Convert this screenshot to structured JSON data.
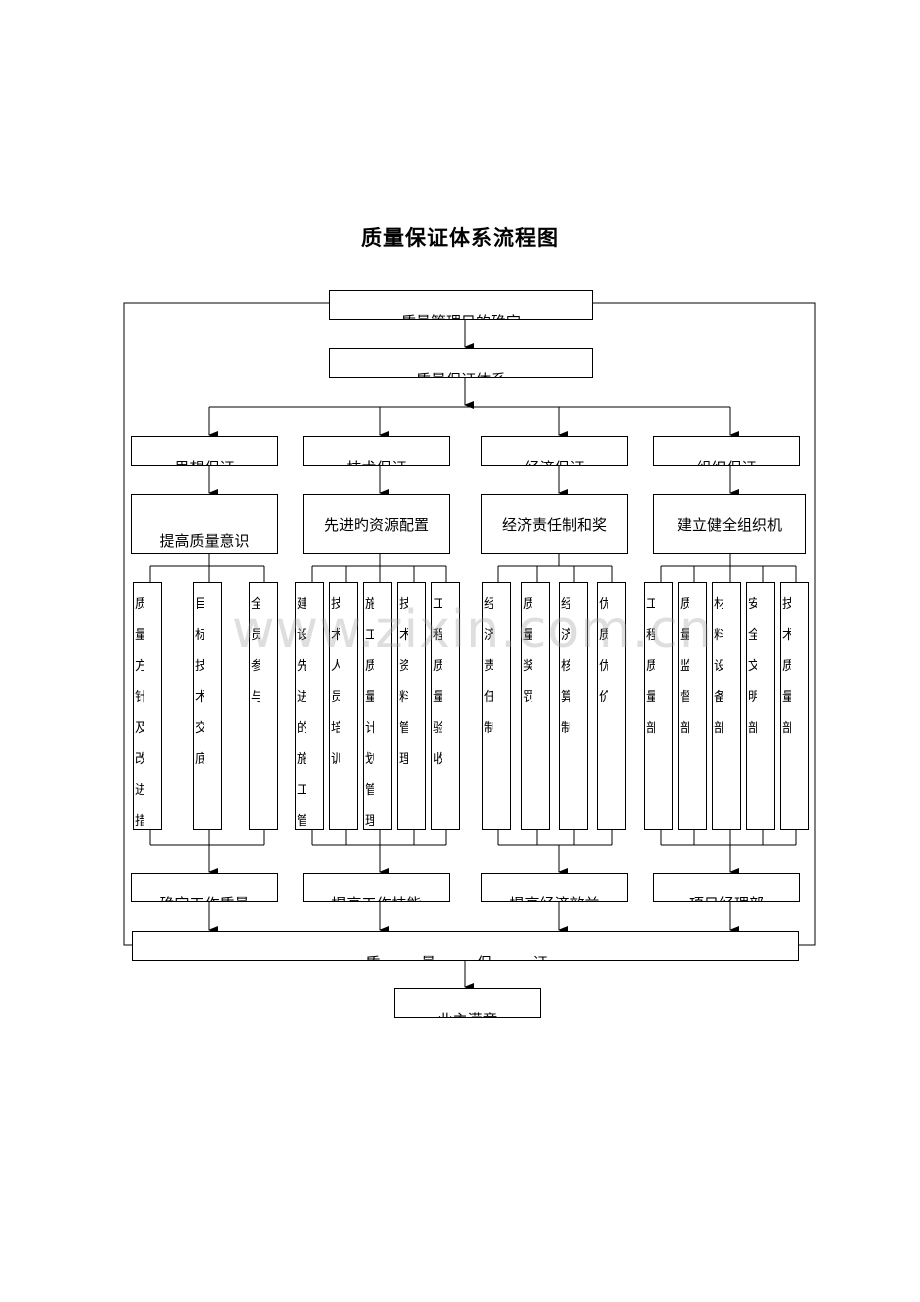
{
  "title": "质量保证体系流程图",
  "top": {
    "policy": "质量管理目的确定",
    "system": "质量保证体系"
  },
  "branches": [
    {
      "label": "思想保证",
      "item": "提高质量意识",
      "result": "确定工作质量",
      "cols": [
        "质量方针及改进措施",
        "目标技术交底",
        "全员参与"
      ]
    },
    {
      "label": "技术保证",
      "item": "先进旳资源配置",
      "result": "提高工作技能",
      "cols": [
        "建设先进的施工管理",
        "技术人员培训",
        "施工质量计划管理",
        "技术资料管理",
        "工程质量验收"
      ]
    },
    {
      "label": "经济保证",
      "item": "经济责任制和奖",
      "result": "提高经济效益",
      "cols": [
        "经济责任制",
        "质量奖罚",
        "经济核算制",
        "优质优价"
      ]
    },
    {
      "label": "组织保证",
      "item": "建立健全组织机",
      "result": "项目经理部",
      "cols": [
        "工程质量部",
        "质量监督部",
        "材料设备部",
        "安全文明部",
        "技术质量部"
      ]
    }
  ],
  "bottom": {
    "guarantee": "质 量 保 证",
    "final": "业主满意"
  },
  "watermark": "www.zixin.com.cn"
}
